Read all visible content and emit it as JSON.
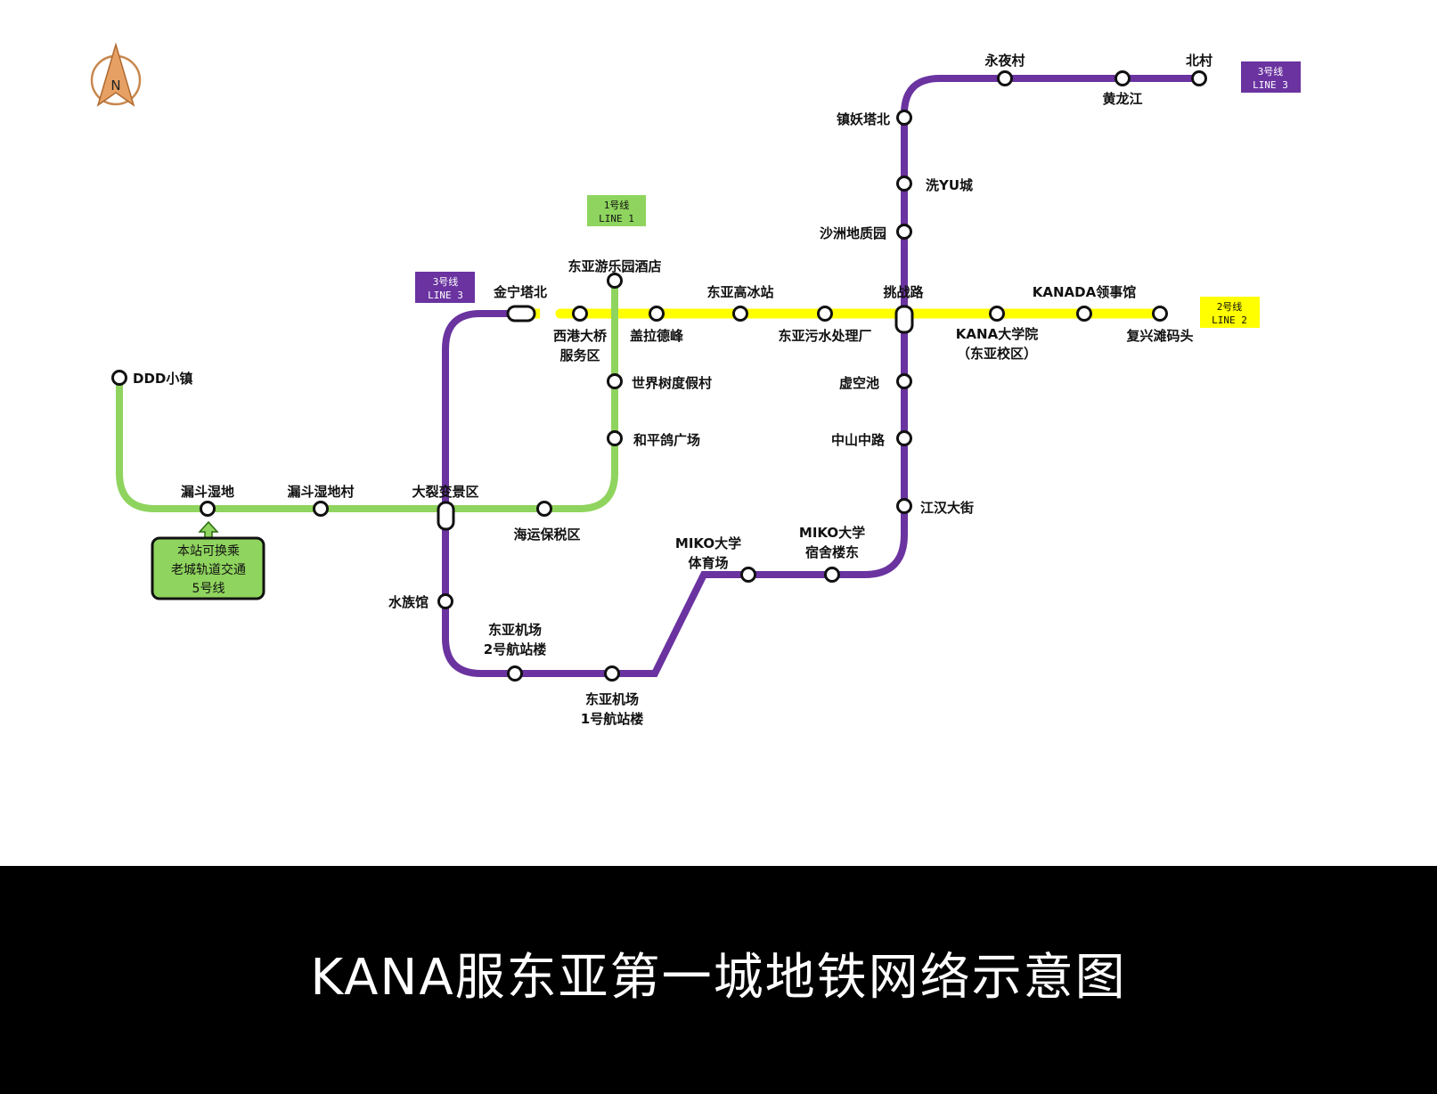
{
  "title": "KANA服东亚第一城地铁网络示意图",
  "compass": {
    "label": "N",
    "icon": "north-arrow-icon"
  },
  "colors": {
    "line1": "#8fd45e",
    "line2": "#ffff00",
    "line3": "#6a33a0",
    "footer": "#000000",
    "transfer_box": "#8fd45e"
  },
  "badges": {
    "line3_top": {
      "line1": "3号线",
      "line2": "LINE 3"
    },
    "line1": {
      "line1": "1号线",
      "line2": "LINE 1"
    },
    "line3_left": {
      "line1": "3号线",
      "line2": "LINE 3"
    },
    "line2": {
      "line1": "2号线",
      "line2": "LINE 2"
    }
  },
  "transfer_note": {
    "lines": [
      "本站可换乘",
      "老城轨道交通",
      "5号线"
    ]
  },
  "stations": {
    "ddd": {
      "label": [
        "DDD小镇"
      ]
    },
    "loudou": {
      "label": [
        "漏斗湿地"
      ]
    },
    "loudoucun": {
      "label": [
        "漏斗湿地村"
      ]
    },
    "dalie": {
      "label": [
        "大裂变景区"
      ]
    },
    "haiyun": {
      "label": [
        "海运保税区"
      ]
    },
    "hepingge": {
      "label": [
        "和平鸽广场"
      ]
    },
    "shijieshu": {
      "label": [
        "世界树度假村"
      ]
    },
    "youleyuan": {
      "label": [
        "东亚游乐园酒店"
      ]
    },
    "jinning": {
      "label": [
        "金宁塔北"
      ]
    },
    "xigang": {
      "label": [
        "西港大桥",
        "服务区"
      ]
    },
    "gailade": {
      "label": [
        "盖拉德峰"
      ]
    },
    "gaobing": {
      "label": [
        "东亚高冰站"
      ]
    },
    "wushui": {
      "label": [
        "东亚污水处理厂"
      ]
    },
    "tiaozhan": {
      "label": [
        "挑战路"
      ]
    },
    "kana_uni": {
      "label": [
        "KANA大学院",
        "（东亚校区）"
      ]
    },
    "kanada": {
      "label": [
        "KANADA领事馆"
      ]
    },
    "fuxing": {
      "label": [
        "复兴滩码头"
      ]
    },
    "yongye": {
      "label": [
        "永夜村"
      ]
    },
    "huanglong": {
      "label": [
        "黄龙江"
      ]
    },
    "beicun": {
      "label": [
        "北村"
      ]
    },
    "zhenyao": {
      "label": [
        "镇妖塔北"
      ]
    },
    "xiyu": {
      "label": [
        "洗YU城"
      ]
    },
    "shazhou": {
      "label": [
        "沙洲地质园"
      ]
    },
    "xukong": {
      "label": [
        "虚空池"
      ]
    },
    "zhongshan": {
      "label": [
        "中山中路"
      ]
    },
    "jianghan": {
      "label": [
        "江汉大街"
      ]
    },
    "miko_dorm": {
      "label": [
        "MIKO大学",
        "宿舍楼东"
      ]
    },
    "miko_gym": {
      "label": [
        "MIKO大学",
        "体育场"
      ]
    },
    "airport1": {
      "label": [
        "东亚机场",
        "1号航站楼"
      ]
    },
    "airport2": {
      "label": [
        "东亚机场",
        "2号航站楼"
      ]
    },
    "shuizu": {
      "label": [
        "水族馆"
      ]
    }
  }
}
